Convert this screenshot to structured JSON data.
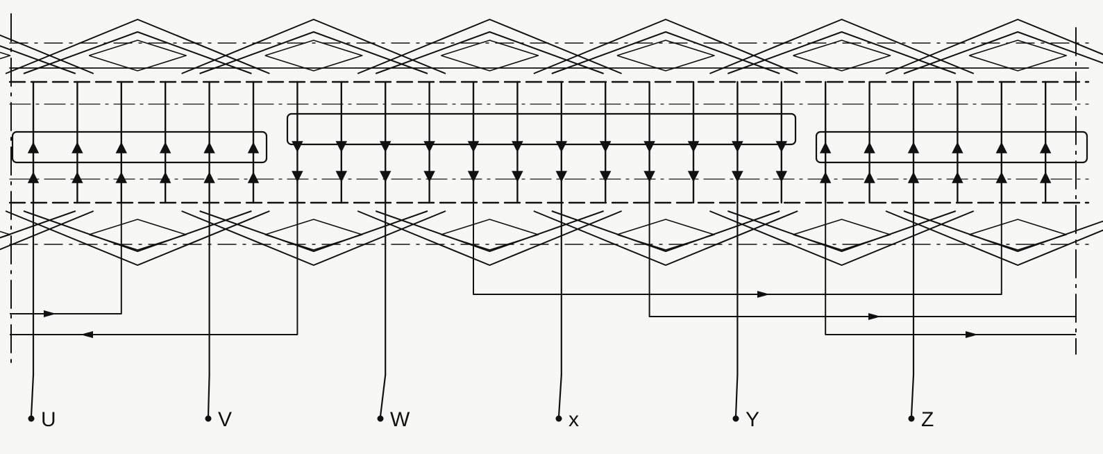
{
  "diagram": {
    "colors": {
      "ink": "#111111",
      "paper": "#f7f7f5"
    },
    "terminals": [
      {
        "id": "u",
        "label": "U"
      },
      {
        "id": "v",
        "label": "V"
      },
      {
        "id": "w",
        "label": "W"
      },
      {
        "id": "x",
        "label": "x"
      },
      {
        "id": "y",
        "label": "Y"
      },
      {
        "id": "z",
        "label": "Z"
      }
    ],
    "slot_current_directions": [
      "up",
      "up",
      "up",
      "up",
      "up",
      "up",
      "down",
      "down",
      "down",
      "down",
      "down",
      "down",
      "down",
      "down",
      "down",
      "down",
      "down",
      "down",
      "up",
      "up",
      "up",
      "up",
      "up",
      "up"
    ]
  }
}
